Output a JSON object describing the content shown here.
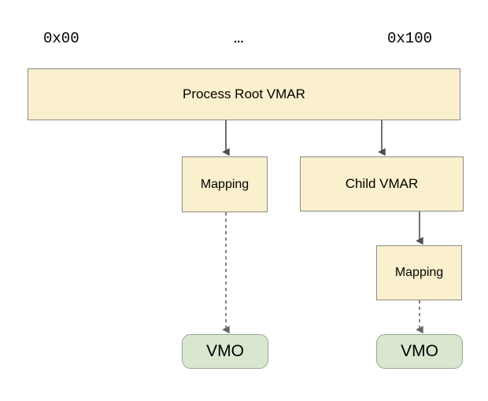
{
  "diagram": {
    "title_labels": {
      "addr_start": "0x00",
      "addr_middle": "...",
      "addr_end": "0x100"
    },
    "nodes": {
      "root_vmar": "Process Root VMAR",
      "mapping_left": "Mapping",
      "child_vmar": "Child VMAR",
      "mapping_right": "Mapping",
      "vmo_left": "VMO",
      "vmo_right": "VMO"
    },
    "colors": {
      "vmar_fill": "#fbf0cd",
      "vmar_stroke": "#8a8a8a",
      "vmo_fill": "#d9e7d0",
      "vmo_stroke": "#95a98e",
      "edge_solid": "#4d4d4d",
      "edge_dashed": "#666666",
      "text": "#000000",
      "background": "#ffffff"
    },
    "edges": [
      {
        "name": "root-to-mapping-left",
        "style": "solid",
        "from": "root_vmar",
        "to": "mapping_left"
      },
      {
        "name": "root-to-child-vmar",
        "style": "solid",
        "from": "root_vmar",
        "to": "child_vmar"
      },
      {
        "name": "child-vmar-to-mapping-right",
        "style": "solid",
        "from": "child_vmar",
        "to": "mapping_right"
      },
      {
        "name": "mapping-left-to-vmo-left",
        "style": "dashed",
        "from": "mapping_left",
        "to": "vmo_left"
      },
      {
        "name": "mapping-right-to-vmo-right",
        "style": "dashed",
        "from": "mapping_right",
        "to": "vmo_right"
      }
    ]
  }
}
